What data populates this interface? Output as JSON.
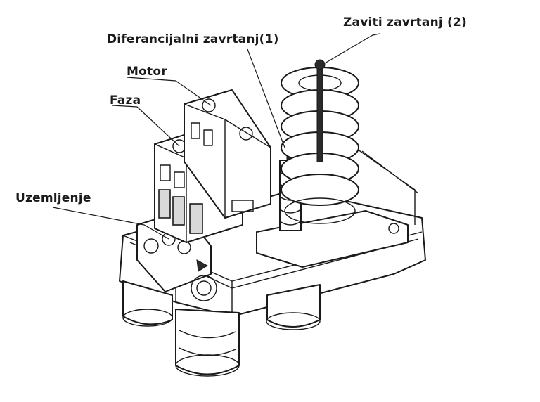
{
  "labels": {
    "screw2": "Zaviti zavrtanj (2)",
    "screw1": "Diferancijalni zavrtanj(1)",
    "motor": "Motor",
    "phase": "Faza",
    "ground": "Uzemljenje"
  }
}
